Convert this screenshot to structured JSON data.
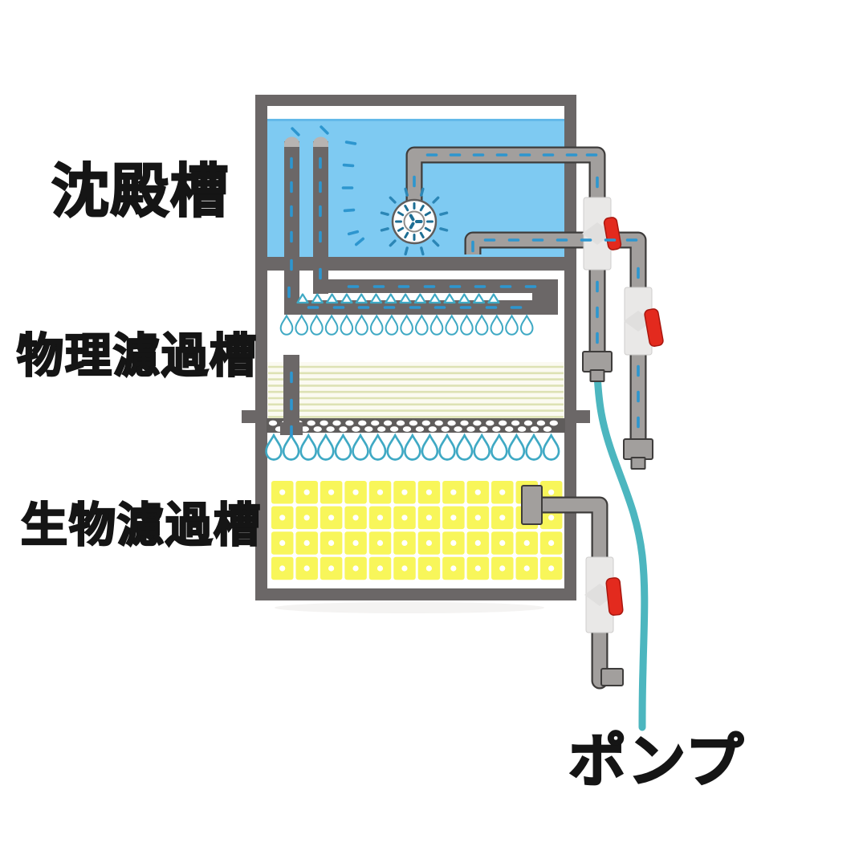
{
  "labels": {
    "sedimentation": "沈殿槽",
    "physical": "物理濾過槽",
    "biological": "生物濾過槽",
    "pump": "ポンプ"
  },
  "diagram": {
    "type": "aquarium-filter-system-diagram",
    "chambers": [
      {
        "id": "sedimentation",
        "label": "沈殿槽"
      },
      {
        "id": "physical-filter",
        "label": "物理濾過槽"
      },
      {
        "id": "biological-filter",
        "label": "生物濾過槽"
      }
    ],
    "pump_label": "ポンプ",
    "components": {
      "intake_pipes": 2,
      "valves": 3,
      "impeller": 1,
      "media_grid": {
        "rows": 4,
        "cols": 12
      },
      "drip_counts": {
        "upper": 17,
        "lower": 17
      },
      "spray_nozzle_count": 14
    }
  },
  "colors": {
    "water": "#7ecaf2",
    "frame": "#6b6767",
    "plate": "#5f5c5b",
    "pipeFill": "#a29f9d",
    "pipeLine": "#3e3c3b",
    "valveBody": "#e9e8e7",
    "valveRed": "#e32a1e",
    "hose": "#4cb6bf",
    "dash": "#2d96cf",
    "drop": "#3fa9c4",
    "media": "#f8f65a",
    "matLine": "#dde2b4",
    "ink": "#151515"
  }
}
